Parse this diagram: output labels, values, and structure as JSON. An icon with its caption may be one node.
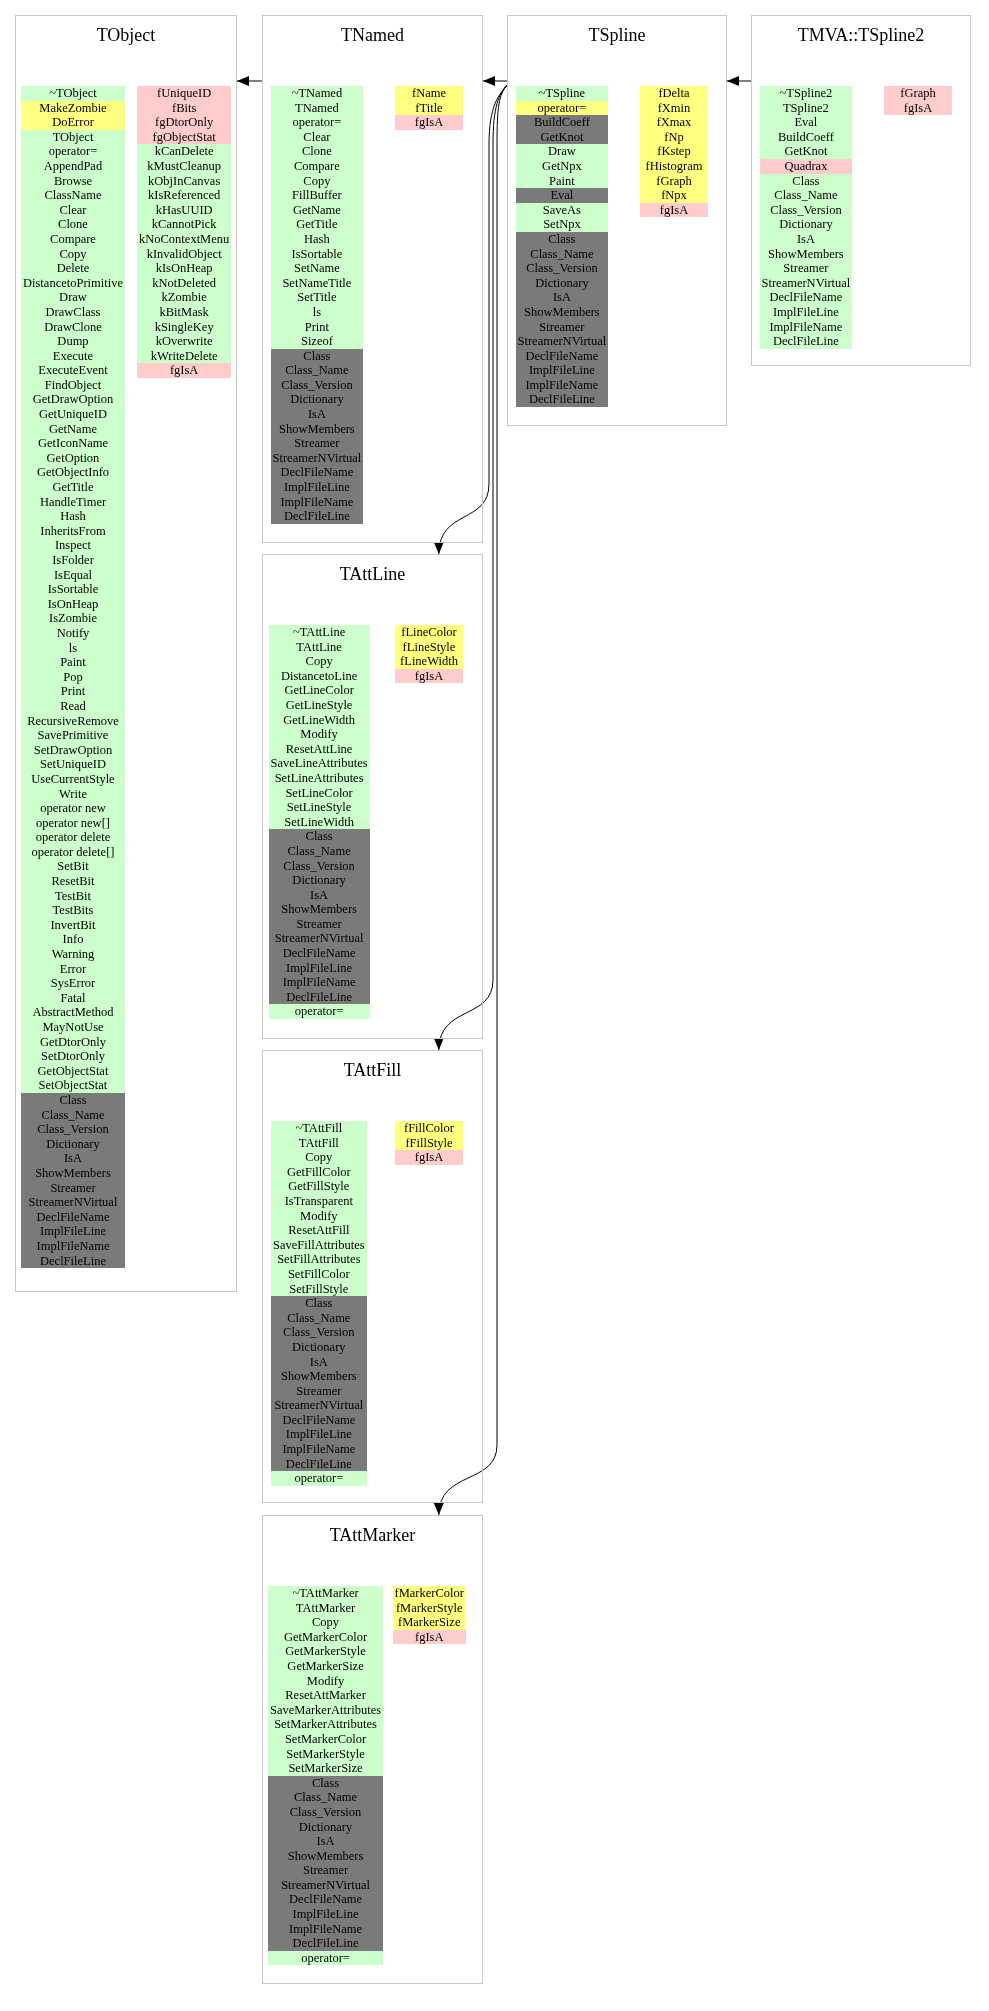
{
  "diagram": {
    "nodes": [
      {
        "text": [
          "TObject"
        ]
      },
      {
        "text": [
          "~TObject"
        ],
        "in": 0
      },
      {
        "text": [
          "MakeZombie"
        ],
        "in": 0
      },
      {
        "text": [
          "DoError"
        ],
        "in": 0
      },
      {
        "text": [
          "TObject"
        ],
        "in": 0
      },
      {
        "text": [
          "operator="
        ],
        "in": 0
      },
      {
        "text": [
          "AppendPad"
        ],
        "in": 0
      },
      {
        "text": [
          "Browse"
        ],
        "in": 0
      },
      {
        "text": [
          "ClassName"
        ],
        "in": 0
      },
      {
        "text": [
          "Clear"
        ],
        "in": 0
      },
      {
        "text": [
          "Clone"
        ],
        "in": 0
      },
      {
        "text": [
          "Compare"
        ],
        "in": 0
      },
      {
        "text": [
          "Copy"
        ],
        "in": 0
      },
      {
        "text": [
          "Delete"
        ],
        "in": 0
      },
      {
        "text": [
          "DistancetoPrimitive"
        ],
        "in": 0
      },
      {
        "text": [
          "Draw"
        ],
        "in": 0
      },
      {
        "text": [
          "DrawClass"
        ],
        "in": 0
      },
      {
        "text": [
          "DrawClone"
        ],
        "in": 0
      },
      {
        "text": [
          "Dump"
        ],
        "in": 0
      },
      {
        "text": [
          "Execute"
        ],
        "in": 0
      },
      {
        "text": [
          "ExecuteEvent"
        ],
        "in": 0
      },
      {
        "text": [
          "FindObject"
        ],
        "in": 0
      },
      {
        "text": [
          "GetDrawOption"
        ],
        "in": 0
      },
      {
        "text": [
          "GetUniqueID"
        ],
        "in": 0
      },
      {
        "text": [
          "GetName"
        ],
        "in": 0
      },
      {
        "text": [
          "GetIconName"
        ],
        "in": 0
      },
      {
        "text": [
          "GetOption"
        ],
        "in": 0
      },
      {
        "text": [
          "GetObjectInfo"
        ],
        "in": 0
      },
      {
        "text": [
          "GetTitle"
        ],
        "in": 0
      },
      {
        "text": [
          "HandleTimer"
        ],
        "in": 0
      },
      {
        "text": [
          "Hash"
        ],
        "in": 0
      },
      {
        "text": [
          "InheritsFrom"
        ],
        "in": 0
      },
      {
        "text": [
          "Inspect"
        ],
        "in": 0
      },
      {
        "text": [
          "IsFolder"
        ],
        "in": 0
      },
      {
        "text": [
          "IsEqual"
        ],
        "in": 0
      },
      {
        "text": [
          "IsSortable"
        ],
        "in": 0
      },
      {
        "text": [
          "IsOnHeap"
        ],
        "in": 0
      },
      {
        "text": [
          "IsZombie"
        ],
        "in": 0
      },
      {
        "text": [
          "Notify"
        ],
        "in": 0
      },
      {
        "text": [
          "ls"
        ],
        "in": 0
      },
      {
        "text": [
          "Paint"
        ],
        "in": 0
      },
      {
        "text": [
          "Pop"
        ],
        "in": 0
      },
      {
        "text": [
          "Print"
        ],
        "in": 0
      },
      {
        "text": [
          "Read"
        ],
        "in": 0
      },
      {
        "text": [
          "RecursiveRemove"
        ],
        "in": 0
      },
      {
        "text": [
          "SavePrimitive"
        ],
        "in": 0
      },
      {
        "text": [
          "SetDrawOption"
        ],
        "in": 0
      },
      {
        "text": [
          "SetUniqueID"
        ],
        "in": 0
      },
      {
        "text": [
          "UseCurrentStyle"
        ],
        "in": 0
      },
      {
        "text": [
          "Write"
        ],
        "in": 0
      },
      {
        "text": [
          "operator new"
        ],
        "in": 0
      },
      {
        "text": [
          "operator new[]"
        ],
        "in": 0
      },
      {
        "text": [
          "operator delete"
        ],
        "in": 0
      },
      {
        "text": [
          "operator delete[]"
        ],
        "in": 0
      },
      {
        "text": [
          "SetBit"
        ],
        "in": 0
      },
      {
        "text": [
          "ResetBit"
        ],
        "in": 0
      },
      {
        "text": [
          "TestBit"
        ],
        "in": 0
      },
      {
        "text": [
          "TestBits"
        ],
        "in": 0
      },
      {
        "text": [
          "InvertBit"
        ],
        "in": 0
      },
      {
        "text": [
          "Info"
        ],
        "in": 0
      },
      {
        "text": [
          "Warning"
        ],
        "in": 0
      },
      {
        "text": [
          "Error"
        ],
        "in": 0
      },
      {
        "text": [
          "SysError"
        ],
        "in": 0
      },
      {
        "text": [
          "Fatal"
        ],
        "in": 0
      },
      {
        "text": [
          "AbstractMethod"
        ],
        "in": 0
      },
      {
        "text": [
          "MayNotUse"
        ],
        "in": 0
      },
      {
        "text": [
          "GetDtorOnly"
        ],
        "in": 0
      },
      {
        "text": [
          "SetDtorOnly"
        ],
        "in": 0
      },
      {
        "text": [
          "GetObjectStat"
        ],
        "in": 0
      },
      {
        "text": [
          "SetObjectStat"
        ],
        "in": 0
      },
      {
        "text": [
          "Class"
        ],
        "in": 0
      },
      {
        "text": [
          "Class_Name"
        ],
        "in": 0
      },
      {
        "text": [
          "Class_Version"
        ],
        "in": 0
      },
      {
        "text": [
          "Dictionary"
        ],
        "in": 0
      },
      {
        "text": [
          "IsA"
        ],
        "in": 0
      },
      {
        "text": [
          "ShowMembers"
        ],
        "in": 0
      },
      {
        "text": [
          "Streamer"
        ],
        "in": 0
      },
      {
        "text": [
          "StreamerNVirtual"
        ],
        "in": 0
      },
      {
        "text": [
          "DeclFileName"
        ],
        "in": 0
      },
      {
        "text": [
          "ImplFileLine"
        ],
        "in": 0
      },
      {
        "text": [
          "ImplFileName"
        ],
        "in": 0
      },
      {
        "text": [
          "DeclFileLine"
        ],
        "in": 0
      },
      {
        "text": [
          "fUniqueID"
        ],
        "in": 0
      },
      {
        "text": [
          "fBits"
        ],
        "in": 0
      },
      {
        "text": [
          "fgDtorOnly"
        ],
        "in": 0
      },
      {
        "text": [
          "fgObjectStat"
        ],
        "in": 0
      },
      {
        "text": [
          "kCanDelete"
        ],
        "in": 0
      },
      {
        "text": [
          "kMustCleanup"
        ],
        "in": 0
      },
      {
        "text": [
          "kObjInCanvas"
        ],
        "in": 0
      },
      {
        "text": [
          "kIsReferenced"
        ],
        "in": 0
      },
      {
        "text": [
          "kHasUUID"
        ],
        "in": 0
      },
      {
        "text": [
          "kCannotPick"
        ],
        "in": 0
      },
      {
        "text": [
          "kNoContextMenu"
        ],
        "in": 0
      },
      {
        "text": [
          "kInvalidObject"
        ],
        "in": 0
      },
      {
        "text": [
          "kIsOnHeap"
        ],
        "in": 0
      },
      {
        "text": [
          "kNotDeleted"
        ],
        "in": 0
      },
      {
        "text": [
          "kZombie"
        ],
        "in": 0
      },
      {
        "text": [
          "kBitMask"
        ],
        "in": 0
      },
      {
        "text": [
          "kSingleKey"
        ],
        "in": 0
      },
      {
        "text": [
          "kOverwrite"
        ],
        "in": 0
      },
      {
        "text": [
          "kWriteDelete"
        ],
        "in": 0
      },
      {
        "text": [
          "fgIsA"
        ],
        "in": 0
      },
      {
        "text": [
          "TNamed"
        ]
      },
      {
        "text": [
          "~TNamed"
        ],
        "in": 102
      },
      {
        "text": [
          "TNamed"
        ],
        "in": 102
      },
      {
        "text": [
          "operator="
        ],
        "in": 102
      },
      {
        "text": [
          "Clear"
        ],
        "in": 102
      },
      {
        "text": [
          "Clone"
        ],
        "in": 102
      },
      {
        "text": [
          "Compare"
        ],
        "in": 102
      },
      {
        "text": [
          "Copy"
        ],
        "in": 102
      },
      {
        "text": [
          "FillBuffer"
        ],
        "in": 102
      },
      {
        "text": [
          "GetName"
        ],
        "in": 102
      },
      {
        "text": [
          "GetTitle"
        ],
        "in": 102
      },
      {
        "text": [
          "Hash"
        ],
        "in": 102
      },
      {
        "text": [
          "IsSortable"
        ],
        "in": 102
      },
      {
        "text": [
          "SetName"
        ],
        "in": 102
      },
      {
        "text": [
          "SetNameTitle"
        ],
        "in": 102
      },
      {
        "text": [
          "SetTitle"
        ],
        "in": 102
      },
      {
        "text": [
          "ls"
        ],
        "in": 102
      },
      {
        "text": [
          "Print"
        ],
        "in": 102
      },
      {
        "text": [
          "Sizeof"
        ],
        "in": 102
      },
      {
        "text": [
          "Class"
        ],
        "in": 102
      },
      {
        "text": [
          "Class_Name"
        ],
        "in": 102
      },
      {
        "text": [
          "Class_Version"
        ],
        "in": 102
      },
      {
        "text": [
          "Dictionary"
        ],
        "in": 102
      },
      {
        "text": [
          "IsA"
        ],
        "in": 102
      },
      {
        "text": [
          "ShowMembers"
        ],
        "in": 102
      },
      {
        "text": [
          "Streamer"
        ],
        "in": 102
      },
      {
        "text": [
          "StreamerNVirtual"
        ],
        "in": 102
      },
      {
        "text": [
          "DeclFileName"
        ],
        "in": 102
      },
      {
        "text": [
          "ImplFileLine"
        ],
        "in": 102
      },
      {
        "text": [
          "ImplFileName"
        ],
        "in": 102
      },
      {
        "text": [
          "DeclFileLine"
        ],
        "in": 102
      },
      {
        "text": [
          "fName"
        ],
        "in": 102
      },
      {
        "text": [
          "fTitle"
        ],
        "in": 102
      },
      {
        "text": [
          "fgIsA"
        ],
        "in": 102
      },
      {
        "text": [
          "TSpline"
        ]
      },
      {
        "text": [
          "~TSpline"
        ],
        "in": 136
      },
      {
        "text": [
          "operator="
        ],
        "in": 136
      },
      {
        "text": [
          "BuildCoeff"
        ],
        "in": 136
      },
      {
        "text": [
          "GetKnot"
        ],
        "in": 136
      },
      {
        "text": [
          "Draw"
        ],
        "in": 136
      },
      {
        "text": [
          "GetNpx"
        ],
        "in": 136
      },
      {
        "text": [
          "Paint"
        ],
        "in": 136
      },
      {
        "text": [
          "Eval"
        ],
        "in": 136
      },
      {
        "text": [
          "SaveAs"
        ],
        "in": 136
      },
      {
        "text": [
          "SetNpx"
        ],
        "in": 136
      },
      {
        "text": [
          "Class"
        ],
        "in": 136
      },
      {
        "text": [
          "Class_Name"
        ],
        "in": 136
      },
      {
        "text": [
          "Class_Version"
        ],
        "in": 136
      },
      {
        "text": [
          "Dictionary"
        ],
        "in": 136
      },
      {
        "text": [
          "IsA"
        ],
        "in": 136
      },
      {
        "text": [
          "ShowMembers"
        ],
        "in": 136
      },
      {
        "text": [
          "Streamer"
        ],
        "in": 136
      },
      {
        "text": [
          "StreamerNVirtual"
        ],
        "in": 136
      },
      {
        "text": [
          "DeclFileName"
        ],
        "in": 136
      },
      {
        "text": [
          "ImplFileLine"
        ],
        "in": 136
      },
      {
        "text": [
          "ImplFileName"
        ],
        "in": 136
      },
      {
        "text": [
          "DeclFileLine"
        ],
        "in": 136
      },
      {
        "text": [
          "fDelta"
        ],
        "in": 136
      },
      {
        "text": [
          "fXmin"
        ],
        "in": 136
      },
      {
        "text": [
          "fXmax"
        ],
        "in": 136
      },
      {
        "text": [
          "fNp"
        ],
        "in": 136
      },
      {
        "text": [
          "fKstep"
        ],
        "in": 136
      },
      {
        "text": [
          "fHistogram"
        ],
        "in": 136
      },
      {
        "text": [
          "fGraph"
        ],
        "in": 136
      },
      {
        "text": [
          "fNpx"
        ],
        "in": 136
      },
      {
        "text": [
          "fgIsA"
        ],
        "in": 136
      },
      {
        "text": [
          "TMVA::TSpline2"
        ]
      },
      {
        "text": [
          "~TSpline2"
        ],
        "in": 168
      },
      {
        "text": [
          "TSpline2"
        ],
        "in": 168
      },
      {
        "text": [
          "Eval"
        ],
        "in": 168
      },
      {
        "text": [
          "BuildCoeff"
        ],
        "in": 168
      },
      {
        "text": [
          "GetKnot"
        ],
        "in": 168
      },
      {
        "text": [
          "Quadrax"
        ],
        "in": 168
      },
      {
        "text": [
          "Class"
        ],
        "in": 168
      },
      {
        "text": [
          "Class_Name"
        ],
        "in": 168
      },
      {
        "text": [
          "Class_Version"
        ],
        "in": 168
      },
      {
        "text": [
          "Dictionary"
        ],
        "in": 168
      },
      {
        "text": [
          "IsA"
        ],
        "in": 168
      },
      {
        "text": [
          "ShowMembers"
        ],
        "in": 168
      },
      {
        "text": [
          "Streamer"
        ],
        "in": 168
      },
      {
        "text": [
          "StreamerNVirtual"
        ],
        "in": 168
      },
      {
        "text": [
          "DeclFileName"
        ],
        "in": 168
      },
      {
        "text": [
          "ImplFileLine"
        ],
        "in": 168
      },
      {
        "text": [
          "ImplFileName"
        ],
        "in": 168
      },
      {
        "text": [
          "DeclFileLine"
        ],
        "in": 168
      },
      {
        "text": [
          "fGraph"
        ],
        "in": 168
      },
      {
        "text": [
          "fgIsA"
        ],
        "in": 168
      },
      {
        "text": [
          "TAttLine"
        ]
      },
      {
        "text": [
          "~TAttLine"
        ],
        "in": 189
      },
      {
        "text": [
          "TAttLine"
        ],
        "in": 189
      },
      {
        "text": [
          "Copy"
        ],
        "in": 189
      },
      {
        "text": [
          "DistancetoLine"
        ],
        "in": 189
      },
      {
        "text": [
          "GetLineColor"
        ],
        "in": 189
      },
      {
        "text": [
          "GetLineStyle"
        ],
        "in": 189
      },
      {
        "text": [
          "GetLineWidth"
        ],
        "in": 189
      },
      {
        "text": [
          "Modify"
        ],
        "in": 189
      },
      {
        "text": [
          "ResetAttLine"
        ],
        "in": 189
      },
      {
        "text": [
          "SaveLineAttributes"
        ],
        "in": 189
      },
      {
        "text": [
          "SetLineAttributes"
        ],
        "in": 189
      },
      {
        "text": [
          "SetLineColor"
        ],
        "in": 189
      },
      {
        "text": [
          "SetLineStyle"
        ],
        "in": 189
      },
      {
        "text": [
          "SetLineWidth"
        ],
        "in": 189
      },
      {
        "text": [
          "Class"
        ],
        "in": 189
      },
      {
        "text": [
          "Class_Name"
        ],
        "in": 189
      },
      {
        "text": [
          "Class_Version"
        ],
        "in": 189
      },
      {
        "text": [
          "Dictionary"
        ],
        "in": 189
      },
      {
        "text": [
          "IsA"
        ],
        "in": 189
      },
      {
        "text": [
          "ShowMembers"
        ],
        "in": 189
      },
      {
        "text": [
          "Streamer"
        ],
        "in": 189
      },
      {
        "text": [
          "StreamerNVirtual"
        ],
        "in": 189
      },
      {
        "text": [
          "DeclFileName"
        ],
        "in": 189
      },
      {
        "text": [
          "ImplFileLine"
        ],
        "in": 189
      },
      {
        "text": [
          "ImplFileName"
        ],
        "in": 189
      },
      {
        "text": [
          "DeclFileLine"
        ],
        "in": 189
      },
      {
        "text": [
          "operator="
        ],
        "in": 189
      },
      {
        "text": [
          "fLineColor"
        ],
        "in": 189
      },
      {
        "text": [
          "fLineStyle"
        ],
        "in": 189
      },
      {
        "text": [
          "fLineWidth"
        ],
        "in": 189
      },
      {
        "text": [
          "fgIsA"
        ],
        "in": 189
      },
      {
        "text": [
          "TAttFill"
        ]
      },
      {
        "text": [
          "~TAttFill"
        ],
        "in": 221
      },
      {
        "text": [
          "TAttFill"
        ],
        "in": 221
      },
      {
        "text": [
          "Copy"
        ],
        "in": 221
      },
      {
        "text": [
          "GetFillColor"
        ],
        "in": 221
      },
      {
        "text": [
          "GetFillStyle"
        ],
        "in": 221
      },
      {
        "text": [
          "IsTransparent"
        ],
        "in": 221
      },
      {
        "text": [
          "Modify"
        ],
        "in": 221
      },
      {
        "text": [
          "ResetAttFill"
        ],
        "in": 221
      },
      {
        "text": [
          "SaveFillAttributes"
        ],
        "in": 221
      },
      {
        "text": [
          "SetFillAttributes"
        ],
        "in": 221
      },
      {
        "text": [
          "SetFillColor"
        ],
        "in": 221
      },
      {
        "text": [
          "SetFillStyle"
        ],
        "in": 221
      },
      {
        "text": [
          "Class"
        ],
        "in": 221
      },
      {
        "text": [
          "Class_Name"
        ],
        "in": 221
      },
      {
        "text": [
          "Class_Version"
        ],
        "in": 221
      },
      {
        "text": [
          "Dictionary"
        ],
        "in": 221
      },
      {
        "text": [
          "IsA"
        ],
        "in": 221
      },
      {
        "text": [
          "ShowMembers"
        ],
        "in": 221
      },
      {
        "text": [
          "Streamer"
        ],
        "in": 221
      },
      {
        "text": [
          "StreamerNVirtual"
        ],
        "in": 221
      },
      {
        "text": [
          "DeclFileName"
        ],
        "in": 221
      },
      {
        "text": [
          "ImplFileLine"
        ],
        "in": 221
      },
      {
        "text": [
          "ImplFileName"
        ],
        "in": 221
      },
      {
        "text": [
          "DeclFileLine"
        ],
        "in": 221
      },
      {
        "text": [
          "operator="
        ],
        "in": 221
      },
      {
        "text": [
          "fFillColor"
        ],
        "in": 221
      },
      {
        "text": [
          "fFillStyle"
        ],
        "in": 221
      },
      {
        "text": [
          "fgIsA"
        ],
        "in": 221
      },
      {
        "text": [
          "TAttMarker"
        ]
      },
      {
        "text": [
          "~TAttMarker"
        ],
        "in": 250
      },
      {
        "text": [
          "TAttMarker"
        ],
        "in": 250
      },
      {
        "text": [
          "Copy"
        ],
        "in": 250
      },
      {
        "text": [
          "GetMarkerColor"
        ],
        "in": 250
      },
      {
        "text": [
          "GetMarkerStyle"
        ],
        "in": 250
      },
      {
        "text": [
          "GetMarkerSize"
        ],
        "in": 250
      },
      {
        "text": [
          "Modify"
        ],
        "in": 250
      },
      {
        "text": [
          "ResetAttMarker"
        ],
        "in": 250
      },
      {
        "text": [
          "SaveMarkerAttributes"
        ],
        "in": 250
      },
      {
        "text": [
          "SetMarkerAttributes"
        ],
        "in": 250
      },
      {
        "text": [
          "SetMarkerColor"
        ],
        "in": 250
      },
      {
        "text": [
          "SetMarkerStyle"
        ],
        "in": 250
      },
      {
        "text": [
          "SetMarkerSize"
        ],
        "in": 250
      },
      {
        "text": [
          "Class"
        ],
        "in": 250
      },
      {
        "text": [
          "Class_Name"
        ],
        "in": 250
      },
      {
        "text": [
          "Class_Version"
        ],
        "in": 250
      },
      {
        "text": [
          "Dictionary"
        ],
        "in": 250
      },
      {
        "text": [
          "IsA"
        ],
        "in": 250
      },
      {
        "text": [
          "ShowMembers"
        ],
        "in": 250
      },
      {
        "text": [
          "Streamer"
        ],
        "in": 250
      },
      {
        "text": [
          "StreamerNVirtual"
        ],
        "in": 250
      },
      {
        "text": [
          "DeclFileName"
        ],
        "in": 250
      },
      {
        "text": [
          "ImplFileLine"
        ],
        "in": 250
      },
      {
        "text": [
          "ImplFileName"
        ],
        "in": 250
      },
      {
        "text": [
          "DeclFileLine"
        ],
        "in": 250
      },
      {
        "text": [
          "operator="
        ],
        "in": 250
      },
      {
        "text": [
          "fMarkerColor"
        ],
        "in": 250
      },
      {
        "text": [
          "fMarkerStyle"
        ],
        "in": 250
      },
      {
        "text": [
          "fMarkerSize"
        ],
        "in": 250
      },
      {
        "text": [
          "fgIsA"
        ],
        "in": 250
      }
    ],
    "edges": [
      {
        "from": 102,
        "to": 0,
        "arrow": "to"
      },
      {
        "from": 136,
        "to": 102,
        "arrow": "to"
      },
      {
        "from": 168,
        "to": 136,
        "arrow": "to"
      },
      {
        "from": 136,
        "to": 189,
        "arrow": "to"
      },
      {
        "from": 136,
        "to": 221,
        "arrow": "to"
      },
      {
        "from": 136,
        "to": 250,
        "arrow": "to"
      }
    ]
  }
}
